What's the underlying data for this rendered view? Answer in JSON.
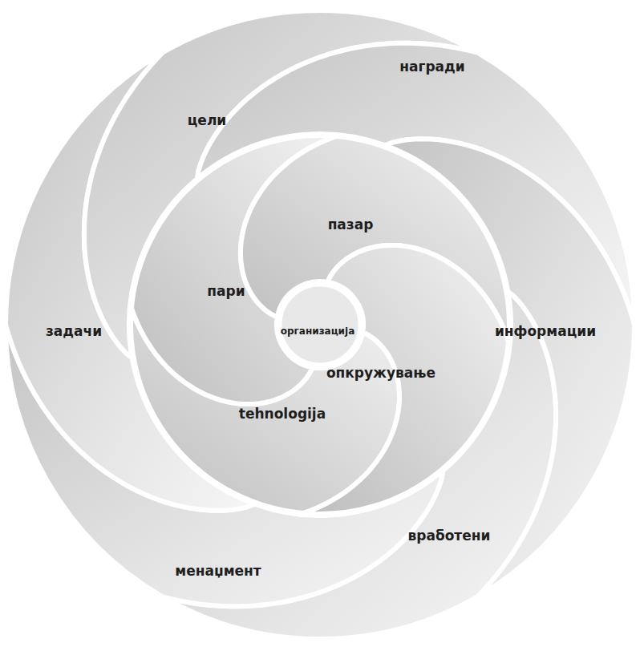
{
  "diagram": {
    "nodes": [
      {
        "text": [
          "цели"
        ]
      },
      {
        "text": [
          "награди"
        ]
      },
      {
        "text": [
          "информации"
        ]
      },
      {
        "text": [
          "вработени"
        ]
      },
      {
        "text": [
          "менаџмент"
        ]
      },
      {
        "text": [
          "задачи"
        ]
      },
      {
        "text": [
          "пазар"
        ]
      },
      {
        "text": [
          "опкружување"
        ]
      },
      {
        "text": [
          "tehnologija"
        ]
      },
      {
        "text": [
          "пари"
        ]
      },
      {
        "text": [
          "организација"
        ]
      }
    ]
  }
}
